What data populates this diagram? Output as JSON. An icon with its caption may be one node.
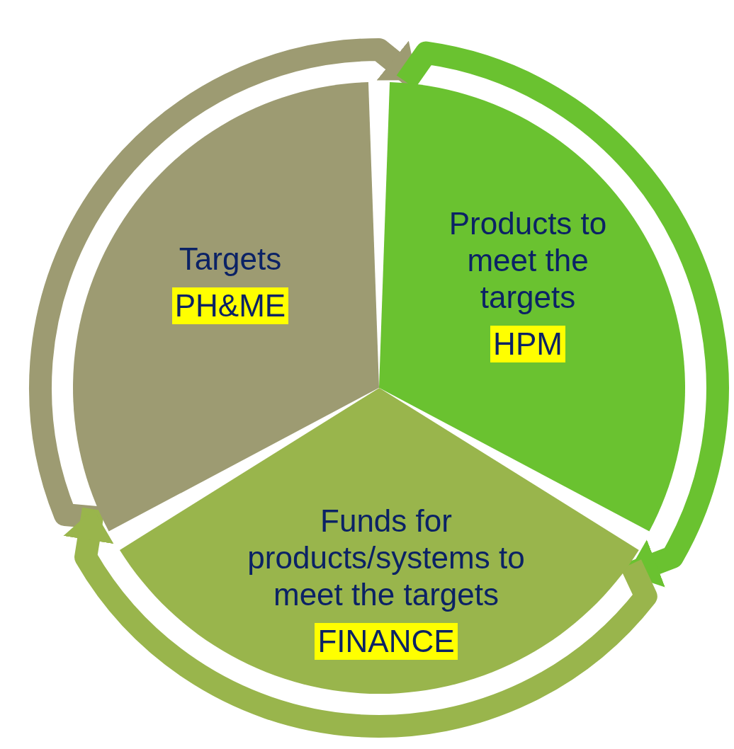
{
  "diagram": {
    "nodes": [
      {
        "text": [
          "Targets",
          "PH&ME"
        ]
      },
      {
        "text": [
          "Products to meet the targets",
          "HPM"
        ]
      },
      {
        "text": [
          "Funds for products/systems to meet the targets",
          "FINANCE"
        ]
      }
    ],
    "edges": [
      {
        "from": 0,
        "to": 1,
        "arrow": "to"
      },
      {
        "from": 1,
        "to": 2,
        "arrow": "to"
      },
      {
        "from": 2,
        "to": 0,
        "arrow": "to"
      }
    ]
  }
}
